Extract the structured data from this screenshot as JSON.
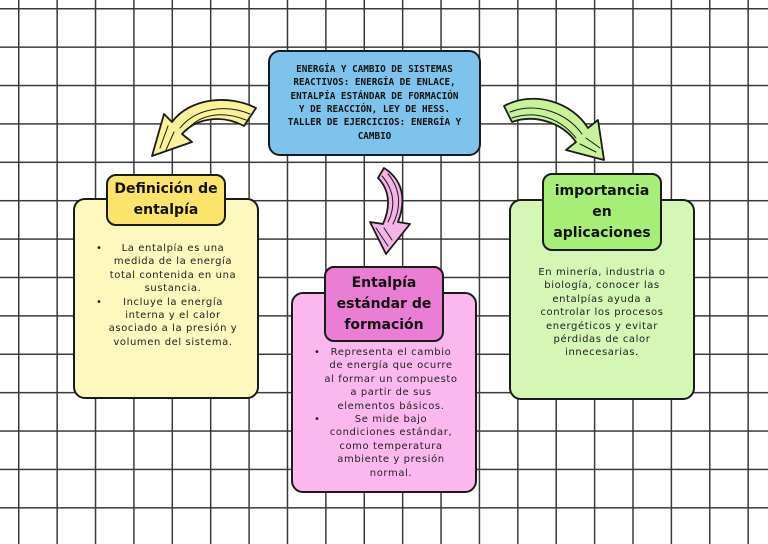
{
  "colors": {
    "central": "#7ec3ec",
    "left_card": "#fdf8bd",
    "left_tab": "#fae56a",
    "middle_card": "#fbb8ee",
    "middle_tab": "#ea7ed4",
    "right_card": "#d4f7b5",
    "right_tab": "#a7ee77",
    "arrow_left": "#f9f299",
    "arrow_middle": "#f4b4e6",
    "arrow_right": "#c8f29a",
    "grid": "#3a3a3a"
  },
  "central": {
    "lines": [
      "ENERGÍA Y CAMBIO DE SISTEMAS",
      "REACTIVOS: ENERGÍA DE ENLACE,",
      "ENTALPÍA ESTÁNDAR DE FORMACIÓN",
      "Y DE REACCIÓN, LEY DE HESS.",
      "TALLER DE EJERCICIOS: ENERGÍA Y",
      "CAMBIO"
    ]
  },
  "left": {
    "title_lines": [
      "Definición de",
      "entalpía"
    ],
    "bullets": [
      {
        "lines": [
          "La entalpía es una",
          "medida de la energía",
          "total contenida en una",
          "sustancia."
        ]
      },
      {
        "lines": [
          "Incluye la energía",
          "interna y el calor",
          "asociado a la presión y",
          "volumen del sistema."
        ]
      }
    ]
  },
  "middle": {
    "title_lines": [
      "Entalpía",
      "estándar de",
      "formación"
    ],
    "bullets": [
      {
        "lines": [
          "Representa el cambio",
          "de energía que ocurre",
          "al formar un compuesto",
          "a partir de sus",
          "elementos básicos."
        ]
      },
      {
        "lines": [
          "Se mide bajo",
          "condiciones estándar,",
          "como temperatura",
          "ambiente y presión",
          "normal."
        ]
      }
    ]
  },
  "right": {
    "title_lines": [
      "importancia",
      "en",
      "aplicaciones"
    ],
    "text_lines": [
      "En minería, industria o",
      "biología, conocer las",
      "entalpías ayuda a",
      "controlar los procesos",
      "energéticos y evitar",
      "pérdidas de calor",
      "innecesarias."
    ]
  },
  "arrows": [
    {
      "name": "left",
      "icon": "curved-arrow-icon"
    },
    {
      "name": "middle",
      "icon": "curved-arrow-icon"
    },
    {
      "name": "right",
      "icon": "curved-arrow-icon"
    }
  ]
}
